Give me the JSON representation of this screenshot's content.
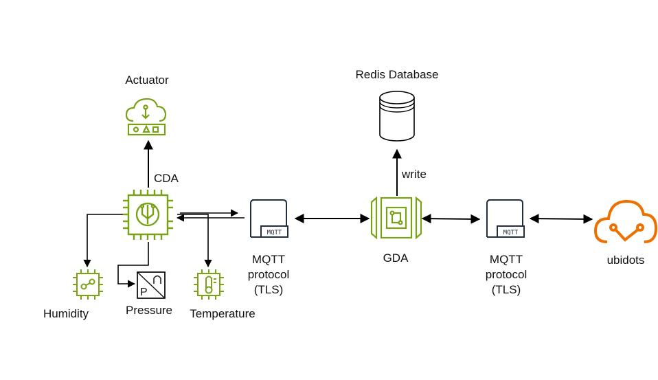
{
  "nodes": {
    "actuator": {
      "label": "Actuator",
      "icon": "cloud-device-icon"
    },
    "cda": {
      "label": "CDA",
      "icon": "iot-chip-icon"
    },
    "humidity": {
      "label": "Humidity",
      "icon": "humidity-sensor-icon"
    },
    "pressure": {
      "label": "Pressure",
      "icon": "pressure-gauge-icon",
      "symbol": "P"
    },
    "temperature": {
      "label": "Temperature",
      "icon": "thermometer-chip-icon"
    },
    "mqtt_left": {
      "lines": [
        "MQTT",
        "protocol",
        "(TLS)"
      ],
      "tag": "MQTT",
      "icon": "mqtt-broker-icon"
    },
    "gda": {
      "label": "GDA",
      "icon": "gateway-icon"
    },
    "redis": {
      "label": "Redis Database",
      "icon": "database-cylinder-icon"
    },
    "mqtt_right": {
      "lines": [
        "MQTT",
        "protocol",
        "(TLS)"
      ],
      "tag": "MQTT",
      "icon": "mqtt-broker-icon"
    },
    "ubidots": {
      "label": "ubidots",
      "icon": "cloud-network-icon"
    }
  },
  "edges": {
    "gda_to_redis": {
      "label": "write"
    }
  },
  "colors": {
    "iot_green": "#7aa116",
    "cloud_orange": "#ed7100",
    "icon_dark": "#232f3e",
    "edge": "#000000"
  }
}
